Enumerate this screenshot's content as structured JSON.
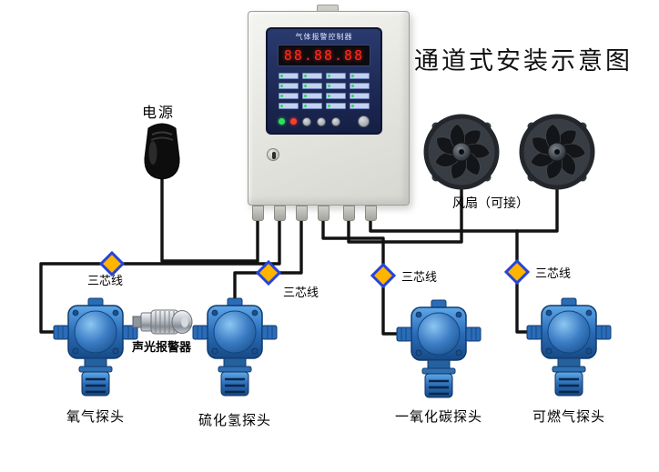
{
  "title": "通道式安装示意图",
  "controller": {
    "panel_title": "气体报警控制器",
    "display": "88.88.88"
  },
  "labels": {
    "power": "电源",
    "fan": "风扇（可接）",
    "alarm": "声光报警器",
    "core_wire": "三芯线"
  },
  "detectors": [
    {
      "label": "氧气探头"
    },
    {
      "label": "硫化氢探头"
    },
    {
      "label": "一氧化碳探头"
    },
    {
      "label": "可燃气探头"
    }
  ],
  "colors": {
    "detector_blue": "#2a6cb8",
    "panel_navy": "#1d2950",
    "led_red": "#ff2b1a",
    "diamond_fill": "#ffb400",
    "diamond_border": "#2643d9",
    "wire": "#121212"
  }
}
